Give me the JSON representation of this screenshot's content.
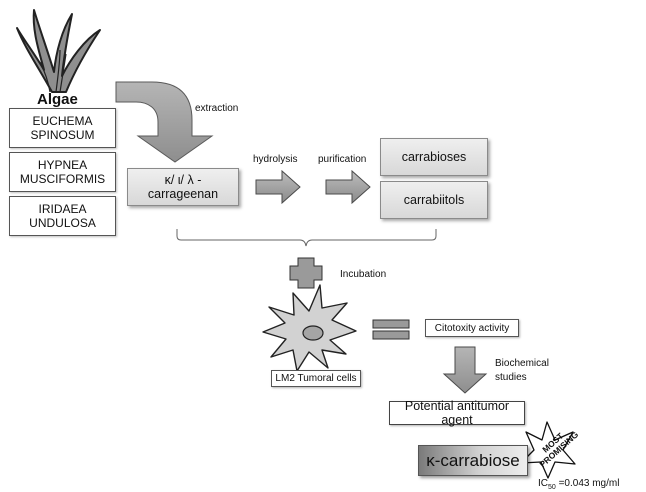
{
  "algae": {
    "title": "Algae",
    "species": [
      "EUCHEMA\nSPINOSUM",
      "HYPNEA\nMUSCIFORMIS",
      "IRIDAEA\nUNDULOSA"
    ]
  },
  "steps": {
    "extraction": "extraction",
    "hydrolysis": "hydrolysis",
    "purification": "purification",
    "incubation": "Incubation",
    "biochemical": "Biochemical\nstudies"
  },
  "boxes": {
    "carrageenan": "κ/ ι/ λ -\ncarrageenan",
    "carrabioses": "carrabioses",
    "carrabiitols": "carrabiitols",
    "cytotoxicity": "Citotoxity activity",
    "cells": "LM2 Tumoral  cells",
    "agent": "Potential antitumor agent",
    "carrabiose": "κ-carrabiose"
  },
  "badge": {
    "line1": "MOST",
    "line2": "PROMISING"
  },
  "ic50": {
    "label": "IC",
    "sub": "50",
    "value": " =0.043  mg/ml"
  },
  "icons": [
    "seaweed-icon",
    "plus-icon",
    "equals-icon",
    "tumor-cell-icon",
    "star-icon"
  ]
}
